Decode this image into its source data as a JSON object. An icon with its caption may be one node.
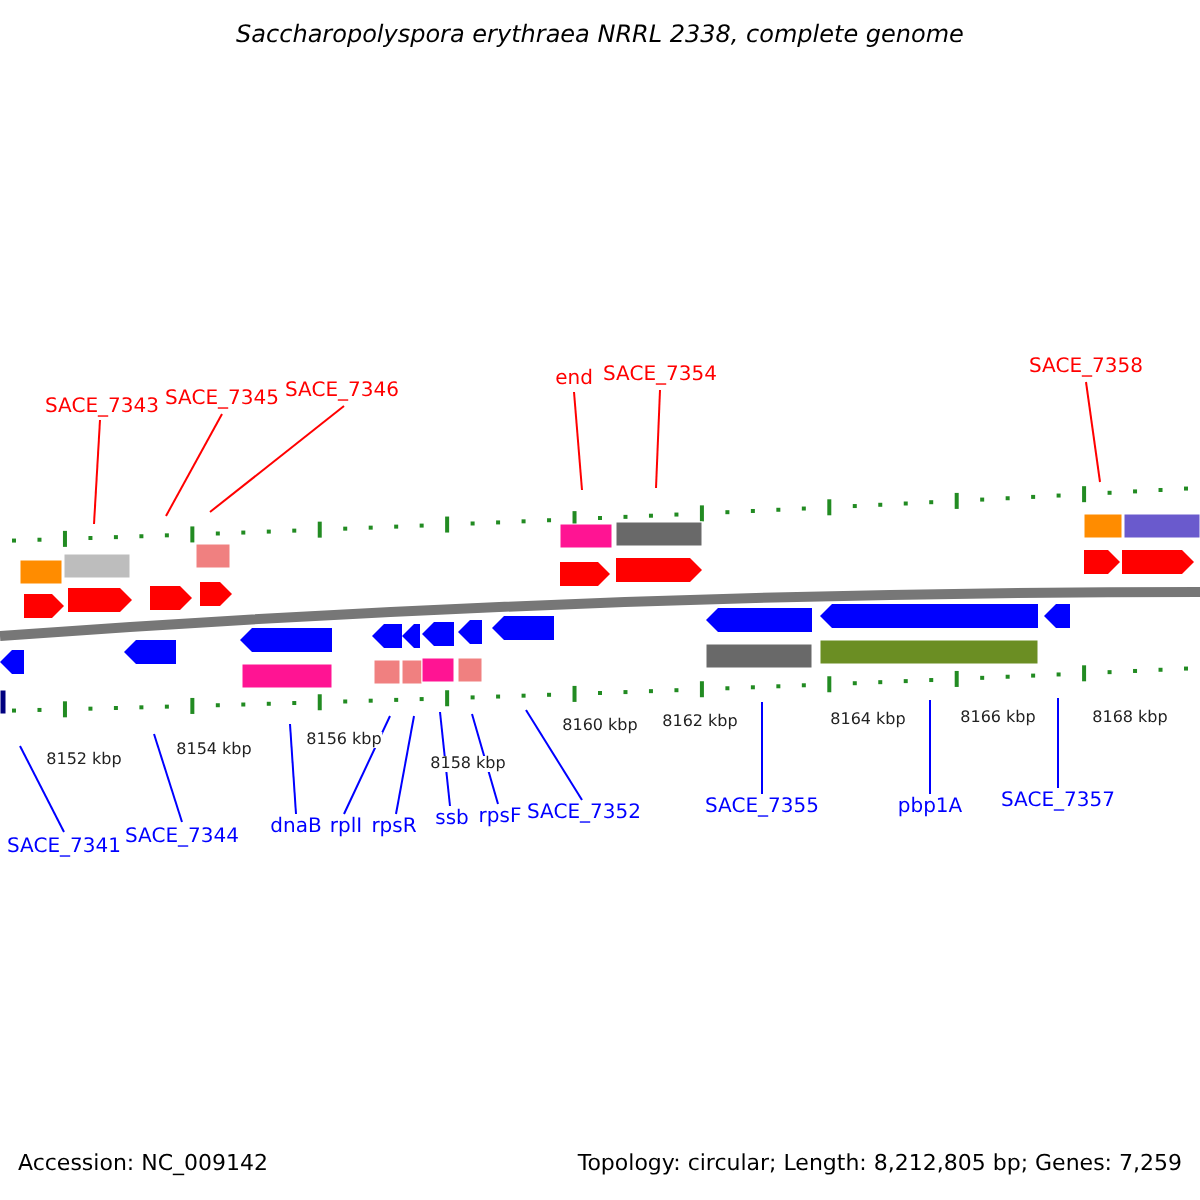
{
  "diagram": {
    "title": "Saccharopolyspora erythraea NRRL 2338, complete genome",
    "nodes": [
      {
        "text": [
          "SACE_7343"
        ]
      },
      {
        "text": [
          "SACE_7345"
        ]
      },
      {
        "text": [
          "SACE_7346"
        ]
      },
      {
        "text": [
          "end"
        ]
      },
      {
        "text": [
          "SACE_7354"
        ]
      },
      {
        "text": [
          "SACE_7358"
        ]
      },
      {
        "text": [
          "SACE_7341"
        ]
      },
      {
        "text": [
          "SACE_7344"
        ]
      },
      {
        "text": [
          "dnaB"
        ]
      },
      {
        "text": [
          "rplI"
        ]
      },
      {
        "text": [
          "rpsR"
        ]
      },
      {
        "text": [
          "ssb"
        ]
      },
      {
        "text": [
          "rpsF"
        ]
      },
      {
        "text": [
          "SACE_7352"
        ]
      },
      {
        "text": [
          "SACE_7355"
        ]
      },
      {
        "text": [
          "pbp1A"
        ]
      },
      {
        "text": [
          "SACE_7357"
        ]
      }
    ],
    "edges": [
      {
        "from": 0,
        "to": null,
        "arrow": "none",
        "color": "#ff0000"
      },
      {
        "from": 1,
        "to": null,
        "arrow": "none",
        "color": "#ff0000"
      },
      {
        "from": 2,
        "to": null,
        "arrow": "none",
        "color": "#ff0000"
      },
      {
        "from": 3,
        "to": null,
        "arrow": "none",
        "color": "#ff0000"
      },
      {
        "from": 4,
        "to": null,
        "arrow": "none",
        "color": "#ff0000"
      },
      {
        "from": 5,
        "to": null,
        "arrow": "none",
        "color": "#ff0000"
      },
      {
        "from": 6,
        "to": null,
        "arrow": "none"
      },
      {
        "from": 7,
        "to": null,
        "arrow": "none"
      },
      {
        "from": 8,
        "to": null,
        "arrow": "none"
      },
      {
        "from": 9,
        "to": null,
        "arrow": "none"
      },
      {
        "from": 10,
        "to": null,
        "arrow": "none"
      },
      {
        "from": 11,
        "to": null,
        "arrow": "none"
      },
      {
        "from": 12,
        "to": null,
        "arrow": "none"
      },
      {
        "from": 13,
        "to": null,
        "arrow": "none"
      },
      {
        "from": 14,
        "to": null,
        "arrow": "none"
      },
      {
        "from": 15,
        "to": null,
        "arrow": "none"
      },
      {
        "from": 16,
        "to": null,
        "arrow": "none"
      }
    ],
    "labels": [
      "8152 kbp",
      "8154 kbp",
      "8156 kbp",
      "8158 kbp",
      "8160 kbp",
      "8162 kbp",
      "8164 kbp",
      "8166 kbp",
      "8168 kbp",
      "Accession: NC_009142",
      "Topology: circular; Length: 8,212,805 bp; Genes: 7,259"
    ]
  }
}
